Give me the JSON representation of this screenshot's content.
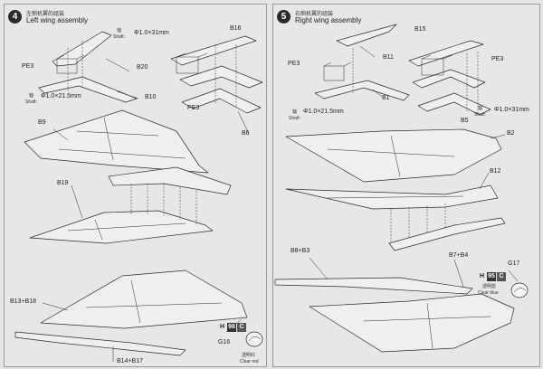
{
  "step4": {
    "number": "4",
    "title_zh": "左侧机翼的组装",
    "title_en": "Left wing assembly",
    "labels": {
      "b16": "B16",
      "b20": "B20",
      "b10": "B10",
      "b9": "B9",
      "b19": "B19",
      "b6": "B6",
      "pe3_a": "PE3",
      "pe3_b": "PE3",
      "b13_b18": "B13+B18",
      "b14_b17": "B14+B17",
      "g16": "G16"
    },
    "shaft_upper": {
      "zh": "轴",
      "en": "Shaft:",
      "spec": "Φ1.0×31mm"
    },
    "shaft_lower": {
      "zh": "轴",
      "en": "Shaft:",
      "spec": "Φ1.0×21.5mm"
    },
    "paint": {
      "code": "H",
      "code_num": "98",
      "code_sub": "C",
      "name_zh": "透明红",
      "name_en": "Clear red"
    }
  },
  "step5": {
    "number": "5",
    "title_zh": "右侧机翼的组装",
    "title_en": "Right wing assembly",
    "labels": {
      "b15": "B15",
      "b11": "B11",
      "b1": "B1",
      "b5": "B5",
      "b2": "B2",
      "b12": "B12",
      "pe3_a": "PE3",
      "pe3_b": "PE3",
      "b8_b3": "B8+B3",
      "b7_b4": "B7+B4",
      "g17": "G17"
    },
    "shaft_upper": {
      "zh": "轴",
      "en": "Shaft:",
      "spec": "Φ1.0×31mm"
    },
    "shaft_lower": {
      "zh": "轴",
      "en": "Shaft:",
      "spec": "Φ1.0×21.5mm"
    },
    "paint": {
      "code": "H",
      "code_num": "95",
      "code_sub": "C",
      "name_zh": "透明蓝",
      "name_en": "Clear blue"
    }
  },
  "colors": {
    "line": "#2b2b2b",
    "paper": "#e7e7e5",
    "part_fill": "#efefed"
  },
  "icons": [
    "step-number-badge",
    "shaft-pin-icon",
    "clear-part-lens-icon"
  ]
}
